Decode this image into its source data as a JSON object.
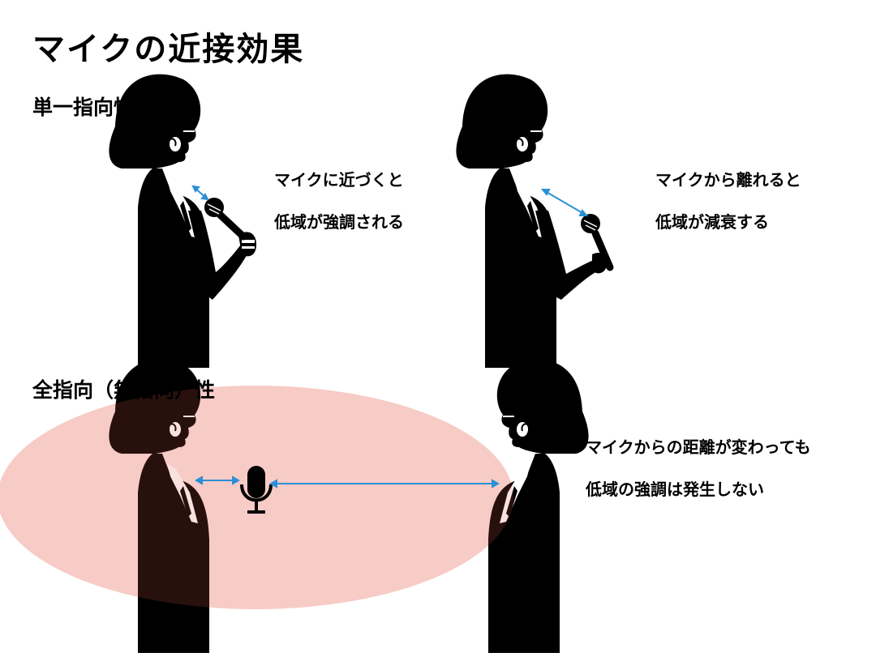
{
  "title": "マイクの近接効果",
  "colors": {
    "arrow": "#2a8fd6",
    "zone": "#fde4e2",
    "silhouette": "#000000",
    "shirt": "#ffffff"
  },
  "unidirectional": {
    "heading": "単一指向性",
    "near": {
      "line1": "マイクに近づくと",
      "line2": "低域が強調される"
    },
    "far": {
      "line1": "マイクから離れると",
      "line2": "低域が減衰する"
    }
  },
  "omnidirectional": {
    "heading": "全指向（無指向）性",
    "note": {
      "line1": "マイクからの距離が変わっても",
      "line2": "低域の強調は発生しない"
    }
  },
  "icons": [
    "handheld-microphone-icon",
    "condenser-microphone-icon",
    "double-arrow-icon",
    "person-silhouette-icon"
  ]
}
